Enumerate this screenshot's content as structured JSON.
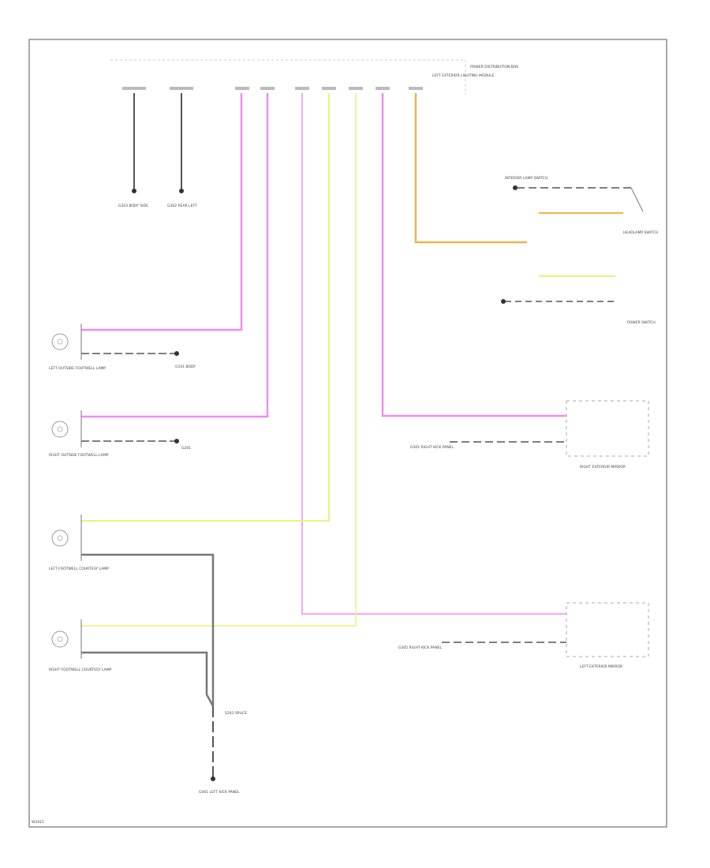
{
  "colors": {
    "frame": "#555555",
    "black_wire": "#555555",
    "violet_wire": "#f08cf0",
    "yellow_wire": "#eef07a",
    "orange_wire": "#f2b24a",
    "gray_wire": "#888888",
    "thin_wire": "#d8d8d8",
    "label": "#9a9a9a"
  },
  "labels": {
    "module_top": "LEFT EXTERIOR LIGHTING MODULE",
    "module_side": "POWER DISTRIBUTION BOX",
    "ground_a": "G203 BODY SIDE",
    "ground_b": "G302 REAR LEFT",
    "lamp_1": "LEFT OUTSIDE FOOTWELL LAMP",
    "lamp_2": "RIGHT OUTSIDE FOOTWELL LAMP",
    "lamp_3": "LEFT FOOTWELL COURTESY LAMP",
    "lamp_4": "RIGHT FOOTWELL COURTESY LAMP",
    "lamp_1_ground": "G101 BODY",
    "lamp_2_ground": "G201",
    "mirror_right": "RIGHT EXTERIOR MIRROR",
    "mirror_left": "LEFT EXTERIOR MIRROR",
    "mirror_right_ground": "G301 RIGHT KICK PANEL",
    "mirror_left_ground": "G305 RIGHT KICK PANEL",
    "switch_top": "INTERIOR LAMP SWITCH",
    "switch_mid": "HEADLAMP SWITCH",
    "switch_bot": "POWER SWITCH",
    "splice": "S201 SPLICE",
    "ground_bottom": "G401 LEFT KICK PANEL",
    "footer": "W2015"
  }
}
